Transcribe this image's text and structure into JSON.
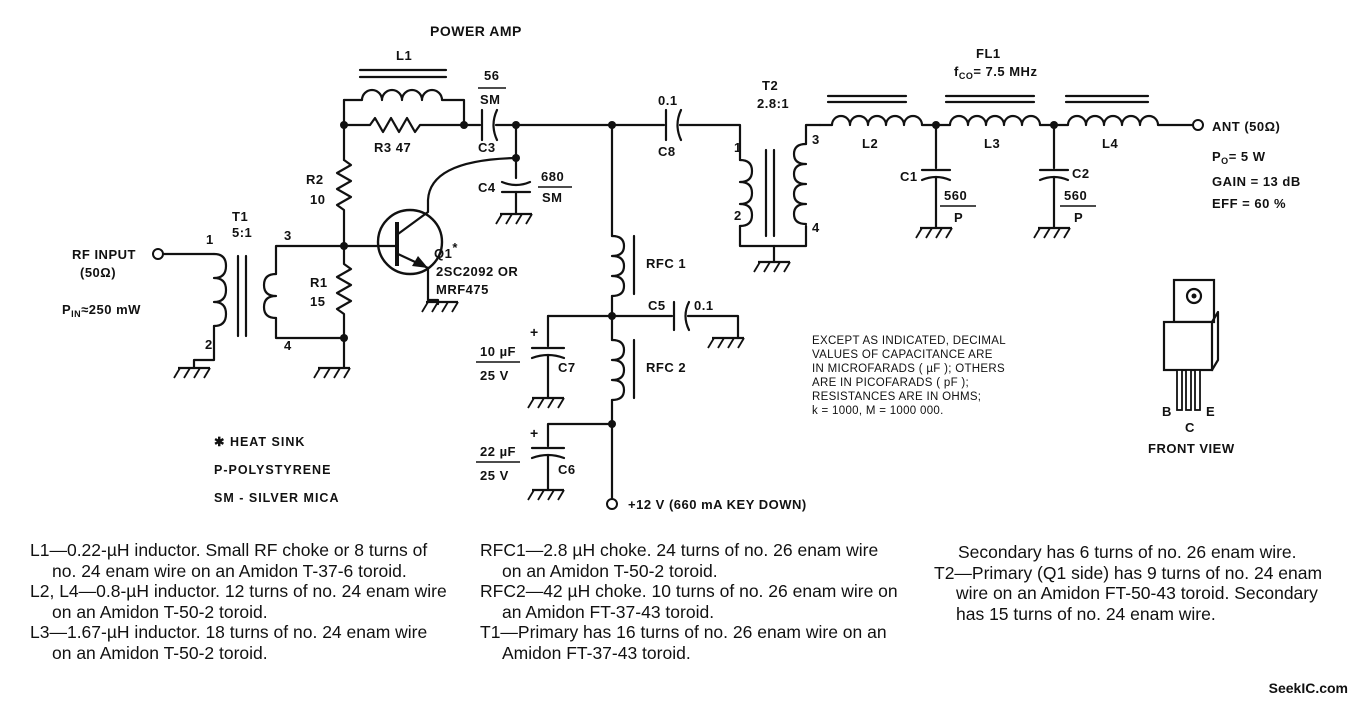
{
  "title": "POWER AMP",
  "labels": {
    "l1": "L1",
    "r3": "R3 47",
    "c3": "C3",
    "c3_top": "56",
    "c3_bot": "SM",
    "r2": "R2",
    "r2v": "10",
    "r1": "R1",
    "r1v": "15",
    "c4": "C4",
    "c4_top": "680",
    "c4_bot": "SM",
    "q1": "Q1",
    "q1_star": "*",
    "q1_part1": "2SC2092 OR",
    "q1_part2": "MRF475",
    "t1": "T1",
    "t1_ratio": "5:1",
    "t1_p1": "1",
    "t1_p2": "2",
    "t1_p3": "3",
    "t1_p4": "4",
    "rf_input": "RF INPUT",
    "rf_imp": "(50Ω)",
    "pin": "P",
    "pin_sub": "IN",
    "pin_val": "≈250 mW",
    "c8_top": "0.1",
    "c8": "C8",
    "t2": "T2",
    "t2_ratio": "2.8:1",
    "t2_p1": "1",
    "t2_p2": "2",
    "t2_p3": "3",
    "t2_p4": "4",
    "rfc1": "RFC 1",
    "rfc2": "RFC 2",
    "c5": "C5",
    "c5_val": "0.1",
    "c7_top": "10 µF",
    "c7_bot": "25 V",
    "c7": "C7",
    "c6_top": "22 µF",
    "c6_bot": "25 V",
    "c6": "C6",
    "supply": "+12 V (660 mA KEY DOWN)",
    "fl1": "FL1",
    "fco_f": "f",
    "fco_sub": "CO",
    "fco_val": "= 7.5 MHz",
    "l2": "L2",
    "l3": "L3",
    "l4": "L4",
    "c1": "C1",
    "c1_top": "560",
    "c1_bot": "P",
    "c2": "C2",
    "c2_top": "560",
    "c2_bot": "P",
    "ant": "ANT (50Ω)",
    "po": "P",
    "po_sub": "O",
    "po_val": "= 5 W",
    "gain": "GAIN = 13 dB",
    "eff": "EFF = 60 %",
    "pkg_b": "B",
    "pkg_c": "C",
    "pkg_e": "E",
    "front_view": "FRONT VIEW"
  },
  "legend": [
    "✱ HEAT SINK",
    "P-POLYSTYRENE",
    "SM - SILVER MICA"
  ],
  "note_box": [
    "EXCEPT AS INDICATED, DECIMAL",
    "VALUES OF CAPACITANCE ARE",
    "IN MICROFARADS ( µF ); OTHERS",
    "ARE IN PICOFARADS ( pF );",
    "RESISTANCES ARE IN OHMS;",
    "k = 1000, M = 1000 000."
  ],
  "parts_notes": {
    "col1": [
      "L1—0.22-µH inductor. Small RF choke or 8 turns of no. 24 enam wire on an Amidon T-37-6 toroid.",
      "L2, L4—0.8-µH inductor. 12 turns of no. 24 enam wire on an Amidon T-50-2 toroid.",
      "L3—1.67-µH inductor. 18 turns of no. 24 enam wire on an Amidon T-50-2 toroid."
    ],
    "col2": [
      "RFC1—2.8 µH choke. 24 turns of no. 26 enam wire on an Amidon T-50-2 toroid.",
      "RFC2—42 µH choke. 10 turns of no. 26 enam wire on an Amidon FT-37-43 toroid.",
      "T1—Primary has 16 turns of no. 26 enam wire on an Amidon FT-37-43 toroid."
    ],
    "col3": [
      "Secondary has 6 turns of no. 26 enam wire.",
      "T2—Primary (Q1 side) has 9 turns of no. 24 enam wire on an Amidon FT-50-43 toroid. Secondary has 15 turns of no. 24 enam wire."
    ]
  },
  "watermark": "SeekIC.com"
}
